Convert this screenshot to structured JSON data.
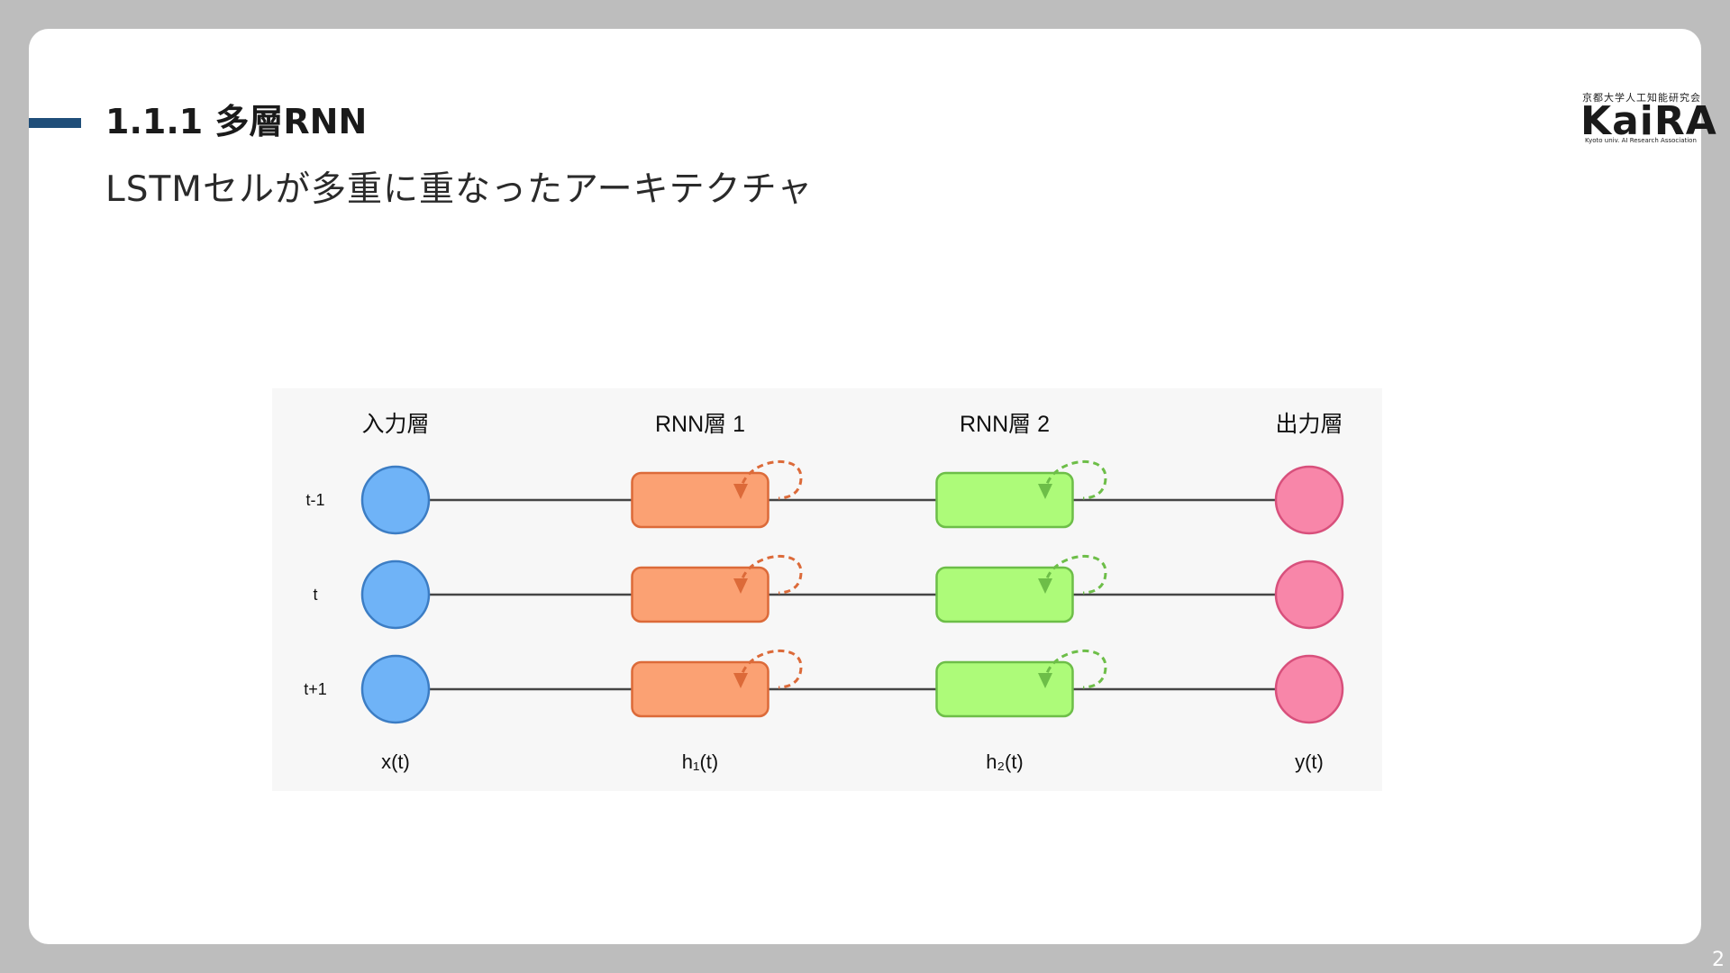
{
  "header": {
    "title": "1.1.1 多層RNN",
    "subtitle": "LSTMセルが多重に重なったアーキテクチャ"
  },
  "logo": {
    "org": "京都大学人工知能研究会",
    "mark": "KaiRA",
    "tagline": "Kyoto univ. AI Research Association"
  },
  "page_number": "2",
  "diagram": {
    "columns": [
      {
        "header": "入力層",
        "footer": "x(t)",
        "shape": "circle",
        "fill": "#6fb3f7",
        "stroke": "#3c7dc4"
      },
      {
        "header": "RNN層 1",
        "footer": "h₁(t)",
        "shape": "rounded-rect",
        "fill": "#fba173",
        "stroke": "#dc6a39",
        "loop": "#dc6a39"
      },
      {
        "header": "RNN層 2",
        "footer": "h₂(t)",
        "shape": "rounded-rect",
        "fill": "#adfb79",
        "stroke": "#6dbe48",
        "loop": "#6dbe48"
      },
      {
        "header": "出力層",
        "footer": "y(t)",
        "shape": "circle",
        "fill": "#f886a9",
        "stroke": "#d8507c"
      }
    ],
    "rows": [
      "t-1",
      "t",
      "t+1"
    ],
    "colors": {
      "background": "#f7f7f7",
      "line": "#454545"
    }
  }
}
